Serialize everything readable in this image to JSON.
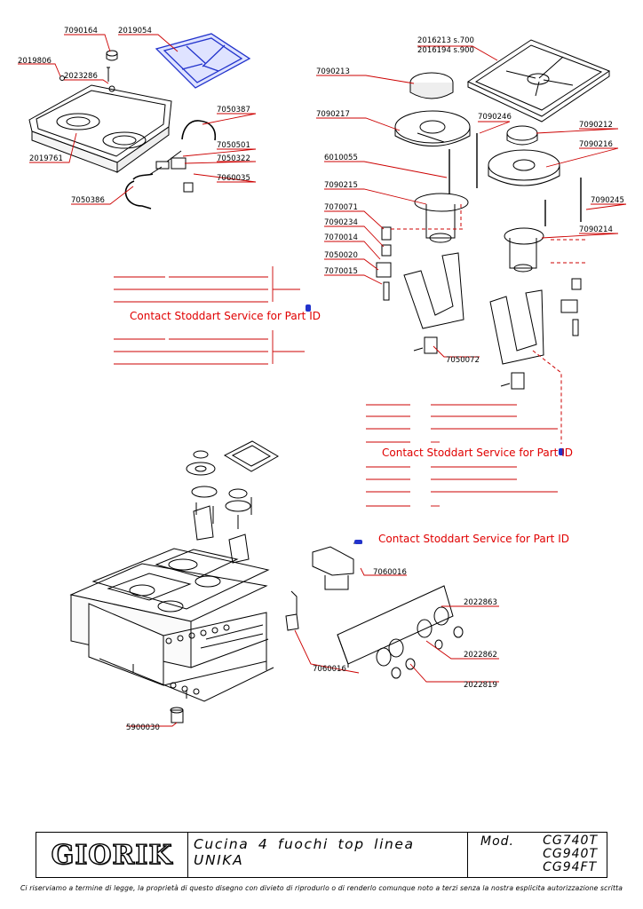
{
  "parts": {
    "p7090164": "7090164",
    "p2019054": "2019054",
    "p2019806": "2019806",
    "p2023286": "2023286",
    "p2019761": "2019761",
    "p7050387": "7050387",
    "p7050501": "7050501",
    "p7050322": "7050322",
    "p7060035": "7060035",
    "p7050386": "7050386",
    "p2016213": "2016213  s.700",
    "p2016194": "2016194  s.900",
    "p7090213": "7090213",
    "p7090217": "7090217",
    "p7090246": "7090246",
    "p7090212": "7090212",
    "p7090216": "7090216",
    "p6010055": "6010055",
    "p7090215": "7090215",
    "p7090245": "7090245",
    "p7070071": "7070071",
    "p7090234": "7090234",
    "p7090214": "7090214",
    "p7070014": "7070014",
    "p7050020": "7050020",
    "p7070015": "7070015",
    "p7050072": "7050072",
    "p7060016a": "7060016",
    "p7060016b": "7060016",
    "p2022863": "2022863",
    "p2022862": "2022862",
    "p2022819": "2022819",
    "p5900030": "5900030"
  },
  "notices": {
    "contact_1": "Contact Stoddart Service for Part ID",
    "contact_2": "Contact Stoddart Service for Part ID",
    "contact_3": "Contact Stoddart Service for Part ID"
  },
  "title_block": {
    "brand": "GIORIK",
    "description": "Cucina 4 fuochi top linea UNIKA",
    "mod_label": "Mod.",
    "models": [
      "CG740T",
      "CG940T",
      "CG94FT"
    ]
  },
  "footer": {
    "copyright": "Ci riserviamo a termine di legge, la proprietà di questo disegno con divieto di riprodurlo o di renderlo comunque noto a terzi senza la nostra esplicita autorizzazione scritta"
  },
  "colors": {
    "leader": "#cc0000",
    "contact": "#e00000",
    "highlight": "#2233cc",
    "ink": "#000000"
  }
}
